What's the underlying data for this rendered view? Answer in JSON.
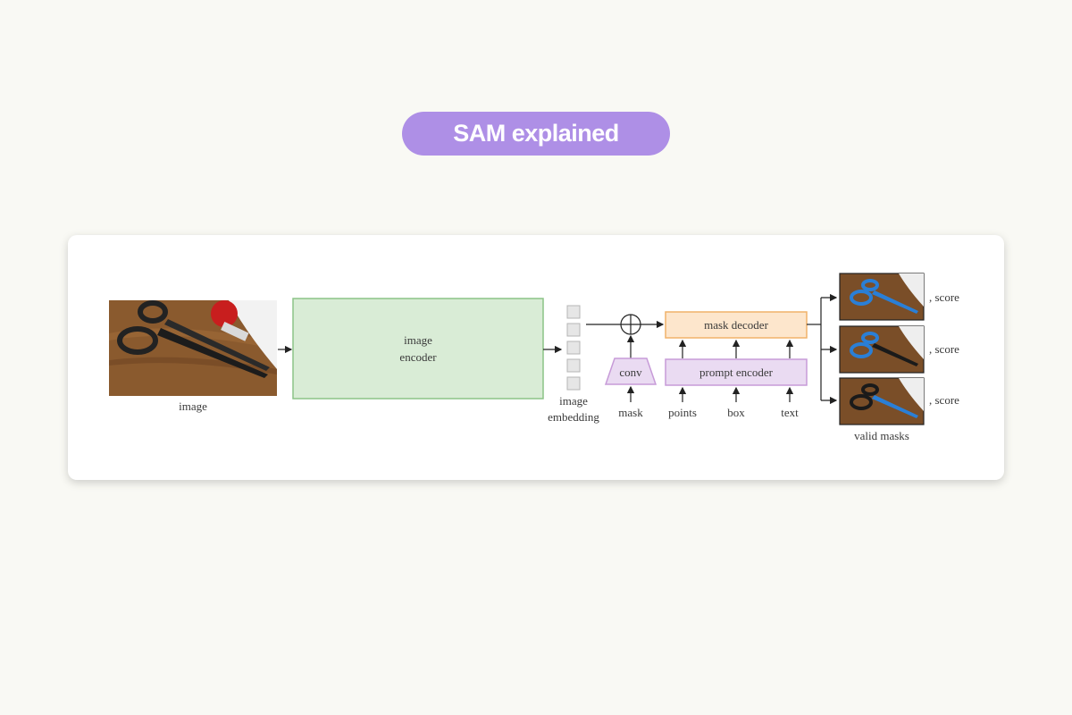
{
  "header": {
    "title": "SAM explained"
  },
  "diagram": {
    "image_label": "image",
    "encoder_label_line1": "image",
    "encoder_label_line2": "encoder",
    "embedding_label_line1": "image",
    "embedding_label_line2": "embedding",
    "conv_label": "conv",
    "mask_label": "mask",
    "mask_decoder_label": "mask decoder",
    "prompt_encoder_label": "prompt encoder",
    "points_label": "points",
    "box_label": "box",
    "text_label": "text",
    "score_labels": [
      ", score",
      ", score",
      ", score"
    ],
    "valid_masks_label": "valid masks"
  },
  "colors": {
    "pill": "#ae8fe6",
    "encoder_fill": "#d9ecd6",
    "encoder_stroke": "#8cc487",
    "decoder_fill": "#fde6cc",
    "decoder_stroke": "#f0b26a",
    "prompt_fill": "#eadbf2",
    "prompt_stroke": "#c79bd8"
  }
}
